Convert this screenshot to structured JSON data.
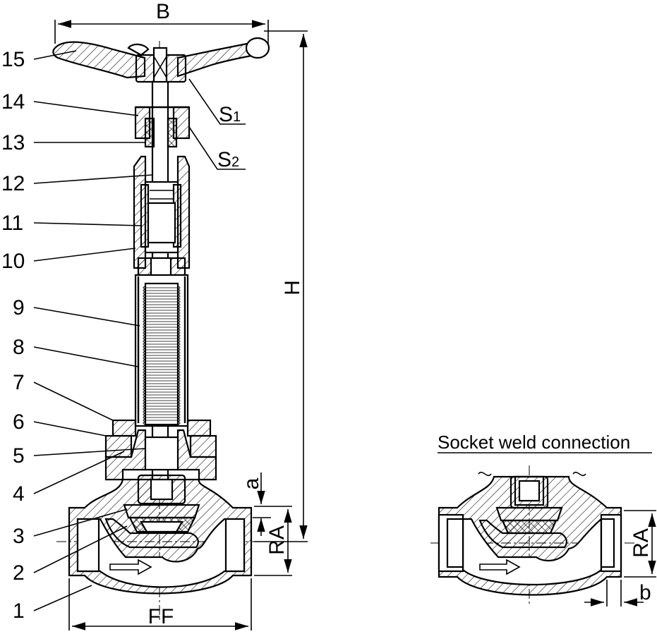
{
  "dimensions": {
    "top_width": "B",
    "height": "H",
    "face_to_face": "FF",
    "outlet_height": "RA",
    "small": "a",
    "socket_depth": "b"
  },
  "annotations": {
    "s1": {
      "letter": "S",
      "sub": "1"
    },
    "s2": {
      "letter": "S",
      "sub": "2"
    }
  },
  "part_numbers": [
    "15",
    "14",
    "13",
    "12",
    "11",
    "10",
    "9",
    "8",
    "7",
    "6",
    "5",
    "4",
    "3",
    "2",
    "1"
  ],
  "detail_caption": "Socket weld connection",
  "detail_dimensions": {
    "outlet_height": "RA",
    "socket_depth": "b"
  }
}
